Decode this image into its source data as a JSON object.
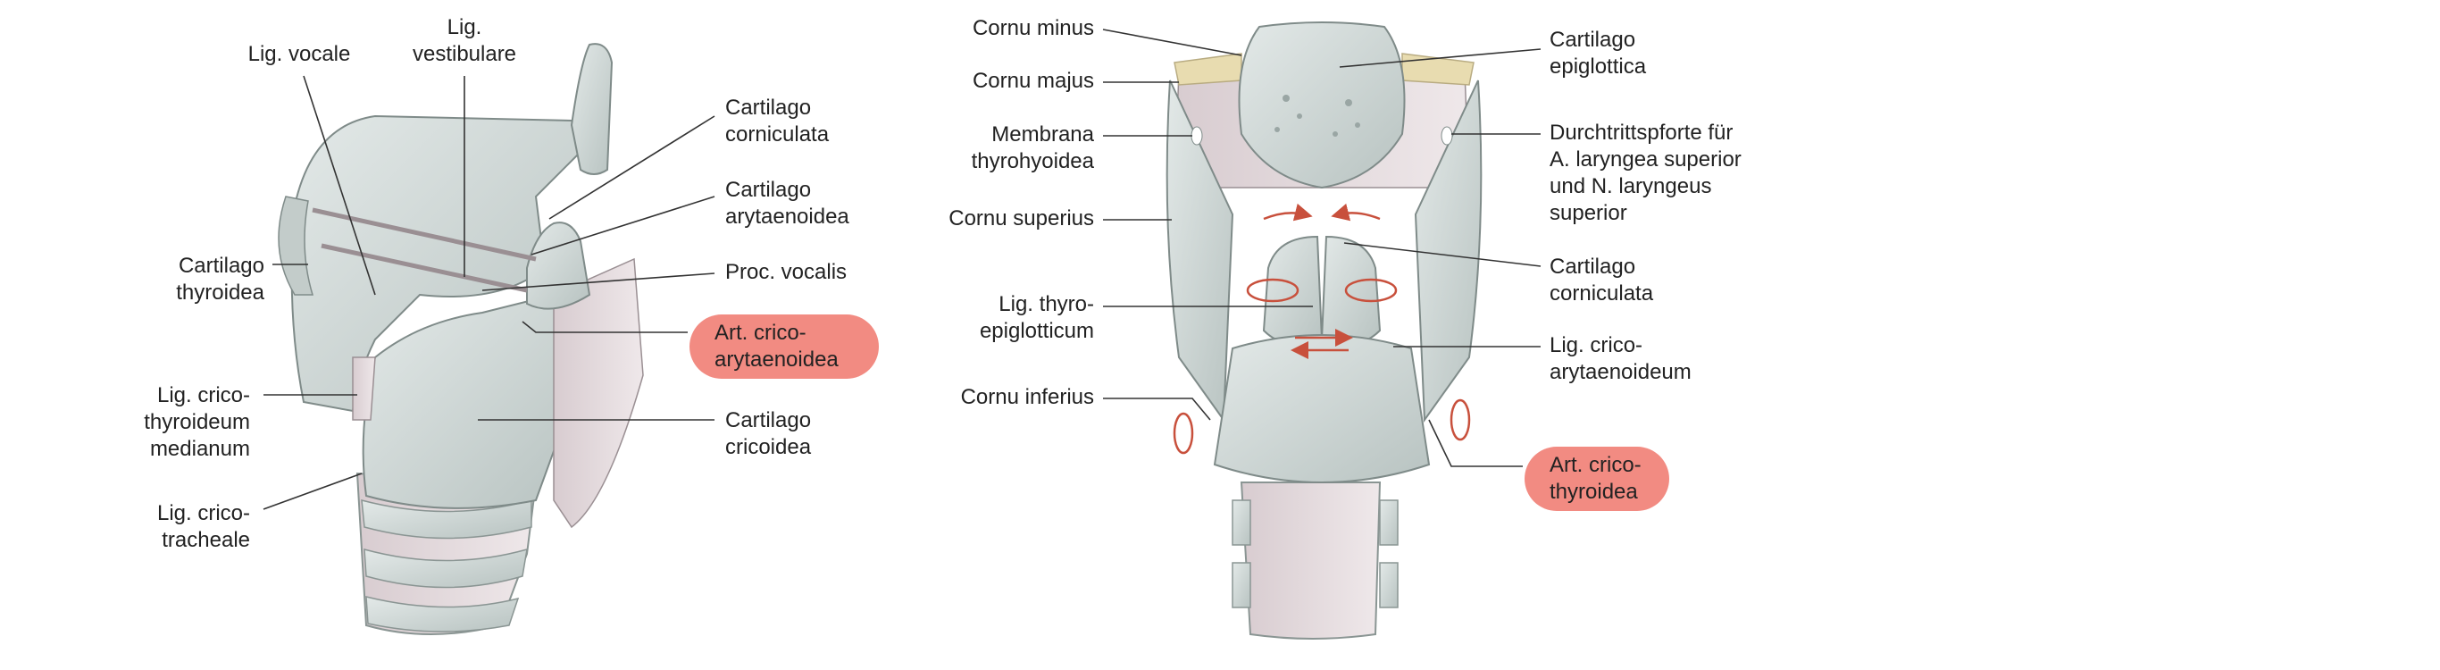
{
  "colors": {
    "cartilage_fill": "#cfd7d6",
    "cartilage_shade": "#a7b3b1",
    "ligament_fill": "#e5dcdf",
    "leader_line": "#333333",
    "highlight": "#f28b82",
    "arrow": "#c8503c",
    "fat_yellow": "#e8dcb0"
  },
  "left_figure": {
    "labels": {
      "lig_vocale": "Lig. vocale",
      "lig_vestibulare": "Lig.\nvestibulare",
      "cartilago_thyroidea": "Cartilago\nthyroidea",
      "lig_cricothyroideum_medianum": "Lig. crico-\nthyroideum\nmedianum",
      "lig_cricotracheale": "Lig. crico-\ntracheale",
      "cartilago_corniculata": "Cartilago\ncorniculata",
      "cartilago_arytaenoidea": "Cartilago\narytaenoidea",
      "proc_vocalis": "Proc. vocalis",
      "art_cricoarytaenoidea": "Art. crico-\narytaenoidea",
      "cartilago_cricoidea": "Cartilago\ncricoidea"
    }
  },
  "right_figure": {
    "labels": {
      "cornu_minus": "Cornu minus",
      "cornu_majus": "Cornu majus",
      "membrana_thyrohyoidea": "Membrana\nthyrohyoidea",
      "cornu_superius": "Cornu superius",
      "lig_thyroepiglotticum": "Lig. thyro-\nepiglotticum",
      "cornu_inferius": "Cornu inferius",
      "cartilago_epiglottica": "Cartilago\nepiglottica",
      "durchtrittspforte": "Durchtrittspforte für\nA. laryngea superior\nund N. laryngeus\nsuperior",
      "cartilago_corniculata": "Cartilago\ncorniculata",
      "lig_cricoarytaenoideum": "Lig. crico-\narytaenoideum",
      "art_cricothyroidea": "Art. crico-\nthyroidea"
    }
  }
}
